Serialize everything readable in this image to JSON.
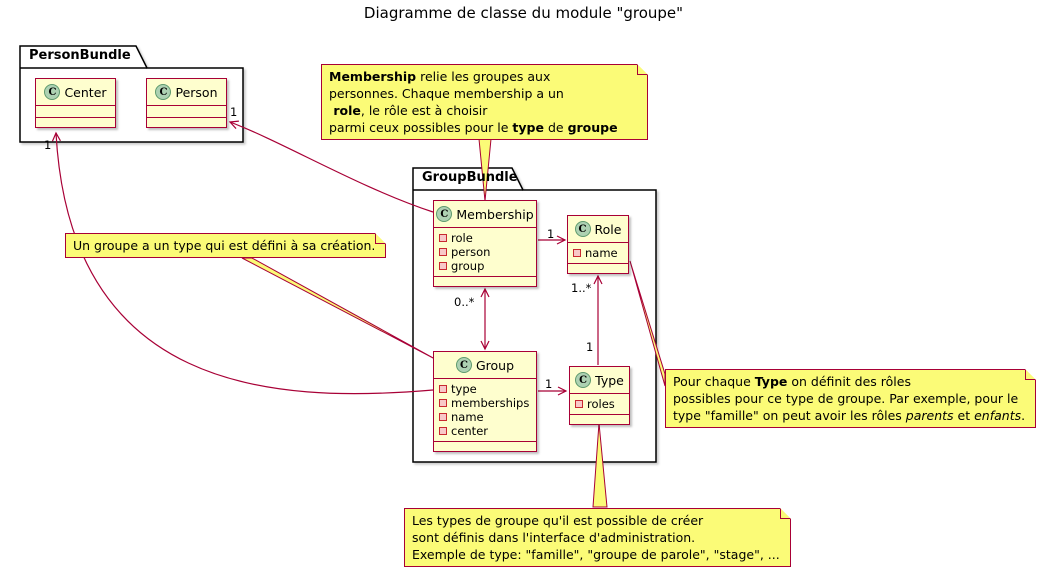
{
  "title": "Diagramme de classe du module \"groupe\"",
  "class_icon_letter": "C",
  "packages": {
    "person_bundle": "PersonBundle",
    "group_bundle": "GroupBundle"
  },
  "classes": {
    "center": {
      "name": "Center",
      "attrs": []
    },
    "person": {
      "name": "Person",
      "attrs": []
    },
    "membership": {
      "name": "Membership",
      "attrs": [
        "role",
        "person",
        "group"
      ]
    },
    "role": {
      "name": "Role",
      "attrs": [
        "name"
      ]
    },
    "group": {
      "name": "Group",
      "attrs": [
        "type",
        "memberships",
        "name",
        "center"
      ]
    },
    "type": {
      "name": "Type",
      "attrs": [
        "roles"
      ]
    }
  },
  "multiplicities": {
    "membership_person": "1",
    "group_center": "1",
    "membership_role": "1",
    "membership_group": "0..*",
    "group_type": "1",
    "type_role_near": "1",
    "type_role_far": "1..*"
  },
  "notes": {
    "membership": {
      "l1_bold": "Membership",
      "l1_rest": " relie les groupes aux",
      "l2": "personnes. Chaque membership a un",
      "l3_bold": " role",
      "l3_rest": ", le rôle est à choisir",
      "l4_a": "parmi ceux possibles pour le ",
      "l4_bold1": "type",
      "l4_b": " de ",
      "l4_bold2": "groupe"
    },
    "group_creation": "Un groupe a un type qui est défini à sa création.",
    "type_roles": {
      "l1_a": "Pour chaque ",
      "l1_bold": "Type",
      "l1_b": " on définit des rôles",
      "l2": "possibles pour ce type de groupe. Par exemple, pour le",
      "l3_a": "type \"famille\" on peut avoir les rôles ",
      "l3_i1": "parents",
      "l3_b": " et ",
      "l3_i2": "enfants",
      "l3_c": "."
    },
    "admin_types": {
      "l1": "Les types de groupe qu'il est possible de créer",
      "l2": "sont définis dans l'interface d'administration.",
      "l3": "Exemple de type: \"famille\", \"groupe de parole\", \"stage\", ..."
    }
  },
  "colors": {
    "note_bg": "#FBFB77",
    "note_border": "#A80036",
    "class_bg": "#FEFECE",
    "class_border": "#A80036",
    "edge": "#A80036",
    "circle_bg": "#ADD1B2",
    "package_border": "#000000"
  }
}
